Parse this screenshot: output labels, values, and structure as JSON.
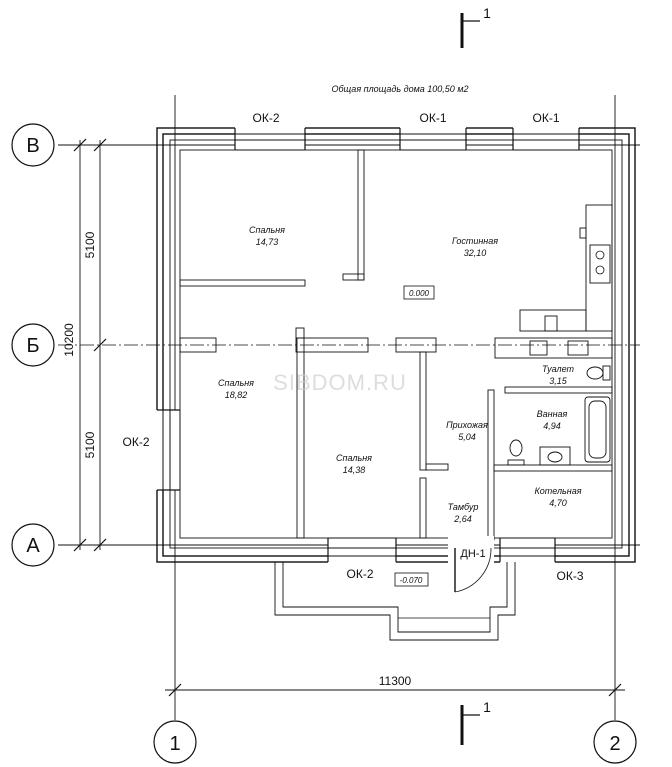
{
  "title": "Общая площадь дома 100,50 м2",
  "watermark": "SIBDOM.RU",
  "section_mark": "1",
  "grid_axes": {
    "rows": [
      "В",
      "Б",
      "А"
    ],
    "columns": [
      "1",
      "2"
    ]
  },
  "dimensions": {
    "total_width": "11300",
    "total_height": "10200",
    "upper_span": "5100",
    "lower_span": "5100"
  },
  "levels": {
    "floor": "0.000",
    "porch": "-0.070"
  },
  "openings": {
    "top_left": "ОК-2",
    "top_mid": "ОК-1",
    "top_right": "ОК-1",
    "left": "ОК-2",
    "bottom_left": "ОК-2",
    "bottom_right": "ОК-3",
    "door": "ДН-1"
  },
  "rooms": [
    {
      "name": "Спальня",
      "area": "14,73"
    },
    {
      "name": "Гостинная",
      "area": "32,10"
    },
    {
      "name": "Спальня",
      "area": "18,82"
    },
    {
      "name": "Спальня",
      "area": "14,38"
    },
    {
      "name": "Туалет",
      "area": "3,15"
    },
    {
      "name": "Прихожая",
      "area": "5,04"
    },
    {
      "name": "Ванная",
      "area": "4,94"
    },
    {
      "name": "Тамбур",
      "area": "2,64"
    },
    {
      "name": "Котельная",
      "area": "4,70"
    }
  ]
}
